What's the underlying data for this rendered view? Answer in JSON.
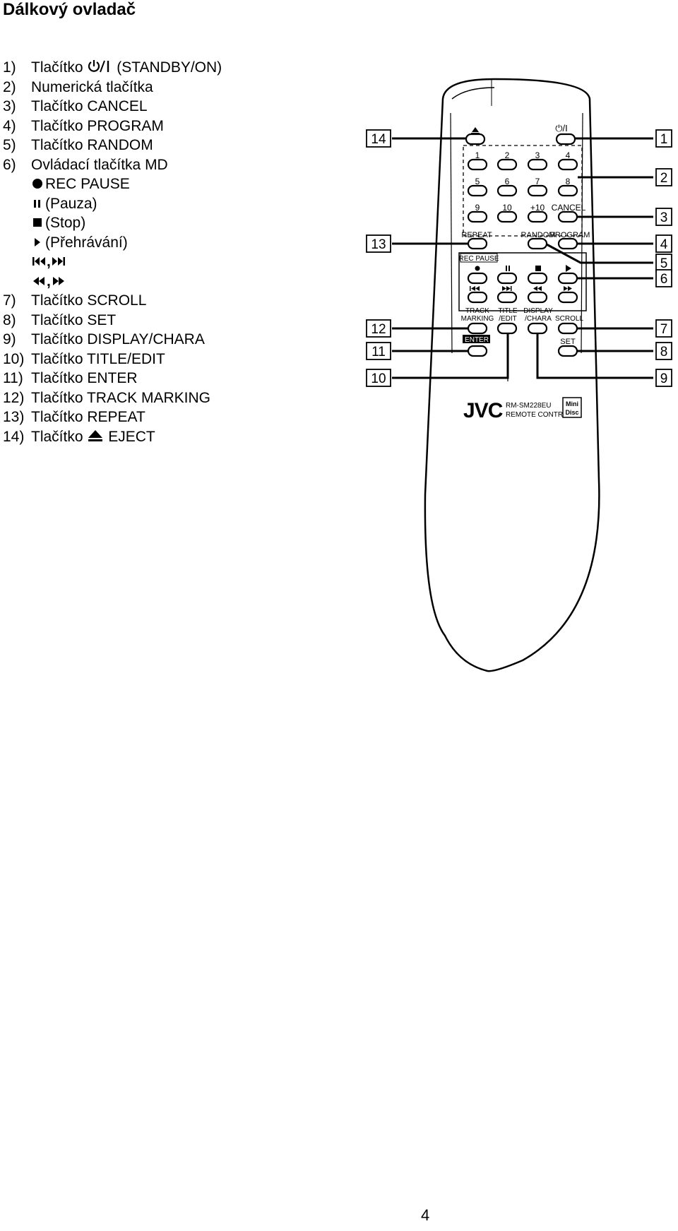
{
  "title": "Dálkový ovladač",
  "items": [
    {
      "n": "1)",
      "pre": "Tlačítko",
      "icon": "power-standby-icon",
      "post": "(STANDBY/ON)"
    },
    {
      "n": "2)",
      "text": "Numerická tlačítka"
    },
    {
      "n": "3)",
      "text": "Tlačítko CANCEL"
    },
    {
      "n": "4)",
      "text": "Tlačítko PROGRAM"
    },
    {
      "n": "5)",
      "text": "Tlačítko RANDOM"
    },
    {
      "n": "6)",
      "text": "Ovládací tlačítka MD"
    }
  ],
  "md_controls": [
    {
      "icon": "record-icon",
      "text": "REC PAUSE"
    },
    {
      "icon": "pause-icon",
      "text": "(Pauza)"
    },
    {
      "icon": "stop-icon",
      "text": "(Stop)"
    },
    {
      "icon": "play-icon",
      "text": "(Přehrávání)"
    },
    {
      "icon": "skip-prev-next-icon",
      "text": ","
    },
    {
      "icon": "rewind-forward-icon",
      "text": ","
    }
  ],
  "items2": [
    {
      "n": "7)",
      "text": "Tlačítko SCROLL"
    },
    {
      "n": "8)",
      "text": "Tlačítko SET"
    },
    {
      "n": "9)",
      "text": "Tlačítko DISPLAY/CHARA"
    },
    {
      "n": "10)",
      "text": "Tlačítko TITLE/EDIT"
    },
    {
      "n": "11)",
      "text": "Tlačítko ENTER"
    },
    {
      "n": "12)",
      "text": "Tlačítko TRACK MARKING"
    },
    {
      "n": "13)",
      "text": "Tlačítko REPEAT"
    },
    {
      "n": "14)",
      "pre": "Tlačítko",
      "icon": "eject-icon",
      "post": "EJECT"
    }
  ],
  "remote": {
    "standby_label": "⏻/I",
    "numbers": [
      "1",
      "2",
      "3",
      "4",
      "5",
      "6",
      "7",
      "8",
      "9",
      "10",
      "+10"
    ],
    "cancel": "CANCEL",
    "repeat": "REPEAT",
    "random": "RANDOM",
    "program": "PROGRAM",
    "rec_pause": "REC PAUSE",
    "track_marking": [
      "TRACK",
      "MARKING"
    ],
    "title_edit": [
      "TITLE",
      "/EDIT"
    ],
    "display_chara": [
      "DISPLAY",
      "/CHARA"
    ],
    "scroll": "SCROLL",
    "enter": "ENTER",
    "set": "SET",
    "brand": "JVC",
    "model": "RM-SM228EU",
    "model_sub": "REMOTE CONTROL",
    "md_logo": [
      "Mini",
      "Disc"
    ]
  },
  "callouts": [
    "1",
    "2",
    "3",
    "4",
    "5",
    "6",
    "7",
    "8",
    "9",
    "10",
    "11",
    "12",
    "13",
    "14"
  ],
  "page_number": "4"
}
